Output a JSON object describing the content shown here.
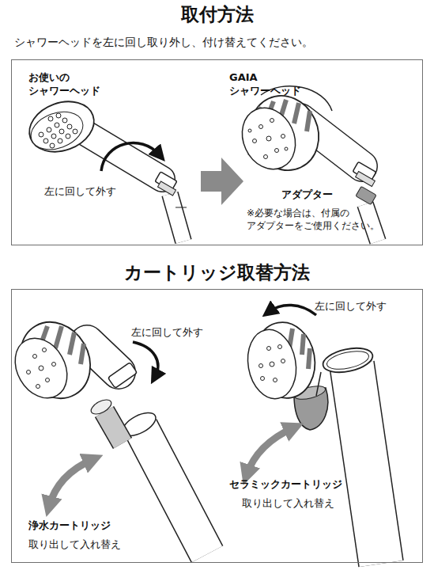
{
  "diagram": {
    "nodes": [
      {
        "text": [
          "取付方法",
          "シャワーヘッドを左に回し取り外し、付け替えてください。"
        ]
      },
      {
        "text": [
          "カートリッジ取替方法"
        ]
      }
    ],
    "labels": [
      "お使いの シャワーヘッド",
      "GAIA シャワーヘッド",
      "左に回して外す",
      "アダプター",
      "※必要な場合は、付属の アダプターをご使用ください。",
      "左に回して外す",
      "左に回して外す",
      "セラミックカートリッジ",
      "取り出して入れ替え",
      "浄水カートリッジ",
      "取り出して入れ替え"
    ]
  }
}
